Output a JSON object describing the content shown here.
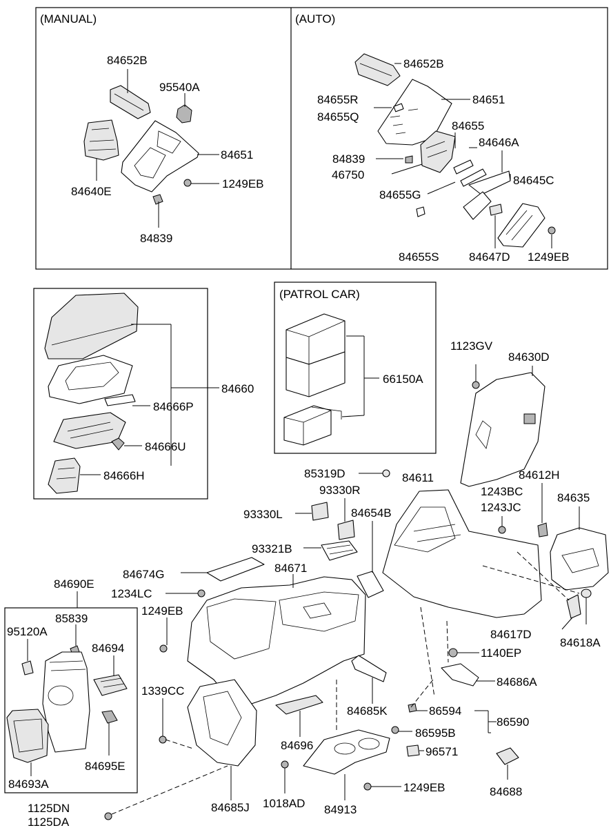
{
  "diagram": {
    "sections": {
      "manual": "(MANUAL)",
      "auto": "(AUTO)",
      "patrol": "(PATROL CAR)"
    },
    "labels": {
      "manual_84652B": "84652B",
      "manual_95540A": "95540A",
      "manual_84651": "84651",
      "manual_84640E": "84640E",
      "manual_1249EB": "1249EB",
      "manual_84839": "84839",
      "auto_84652B": "84652B",
      "auto_84651": "84651",
      "auto_84655R": "84655R",
      "auto_84655Q": "84655Q",
      "auto_84655": "84655",
      "auto_84646A": "84646A",
      "auto_84839": "84839",
      "auto_46750": "46750",
      "auto_84645C": "84645C",
      "auto_84655G": "84655G",
      "auto_84655S": "84655S",
      "auto_84647D": "84647D",
      "auto_1249EB": "1249EB",
      "p84660": "84660",
      "p84666P": "84666P",
      "p84666U": "84666U",
      "p84666H": "84666H",
      "p66150A": "66150A",
      "p1123GV": "1123GV",
      "p84630D": "84630D",
      "p85319D": "85319D",
      "p84611": "84611",
      "p84612H": "84612H",
      "p93330R": "93330R",
      "p93330L": "93330L",
      "p84654B": "84654B",
      "p1243BC": "1243BC",
      "p1243JC": "1243JC",
      "p84635": "84635",
      "p93321B": "93321B",
      "p84674G": "84674G",
      "p84671": "84671",
      "p84690E": "84690E",
      "p1234LC": "1234LC",
      "p1249EB_main": "1249EB",
      "p85839": "85839",
      "p95120A": "95120A",
      "p84694": "84694",
      "p84617D": "84617D",
      "p84618A": "84618A",
      "p1140EP": "1140EP",
      "p84686A": "84686A",
      "p1339CC": "1339CC",
      "p84685K": "84685K",
      "p86594": "86594",
      "p86590": "86590",
      "p86595B": "86595B",
      "p84696": "84696",
      "p84695E": "84695E",
      "p96571": "96571",
      "p84693A": "84693A",
      "p84688": "84688",
      "p1249EB_bottom": "1249EB",
      "p84913": "84913",
      "p1018AD": "1018AD",
      "p84685J": "84685J",
      "p1125DN": "1125DN",
      "p1125DA": "1125DA"
    }
  }
}
